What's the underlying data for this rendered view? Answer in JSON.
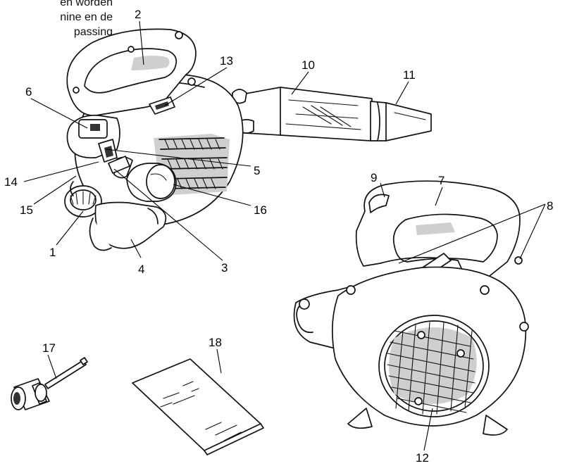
{
  "top_text": {
    "line1": "en worden",
    "line2": "nine en de",
    "line3": "passing"
  },
  "callouts": {
    "n1": "1",
    "n2": "2",
    "n3": "3",
    "n4": "4",
    "n5": "5",
    "n6": "6",
    "n7": "7",
    "n8": "8",
    "n9": "9",
    "n10": "10",
    "n11": "11",
    "n12": "12",
    "n13": "13",
    "n14": "14",
    "n15": "15",
    "n16": "16",
    "n17": "17",
    "n18": "18"
  }
}
